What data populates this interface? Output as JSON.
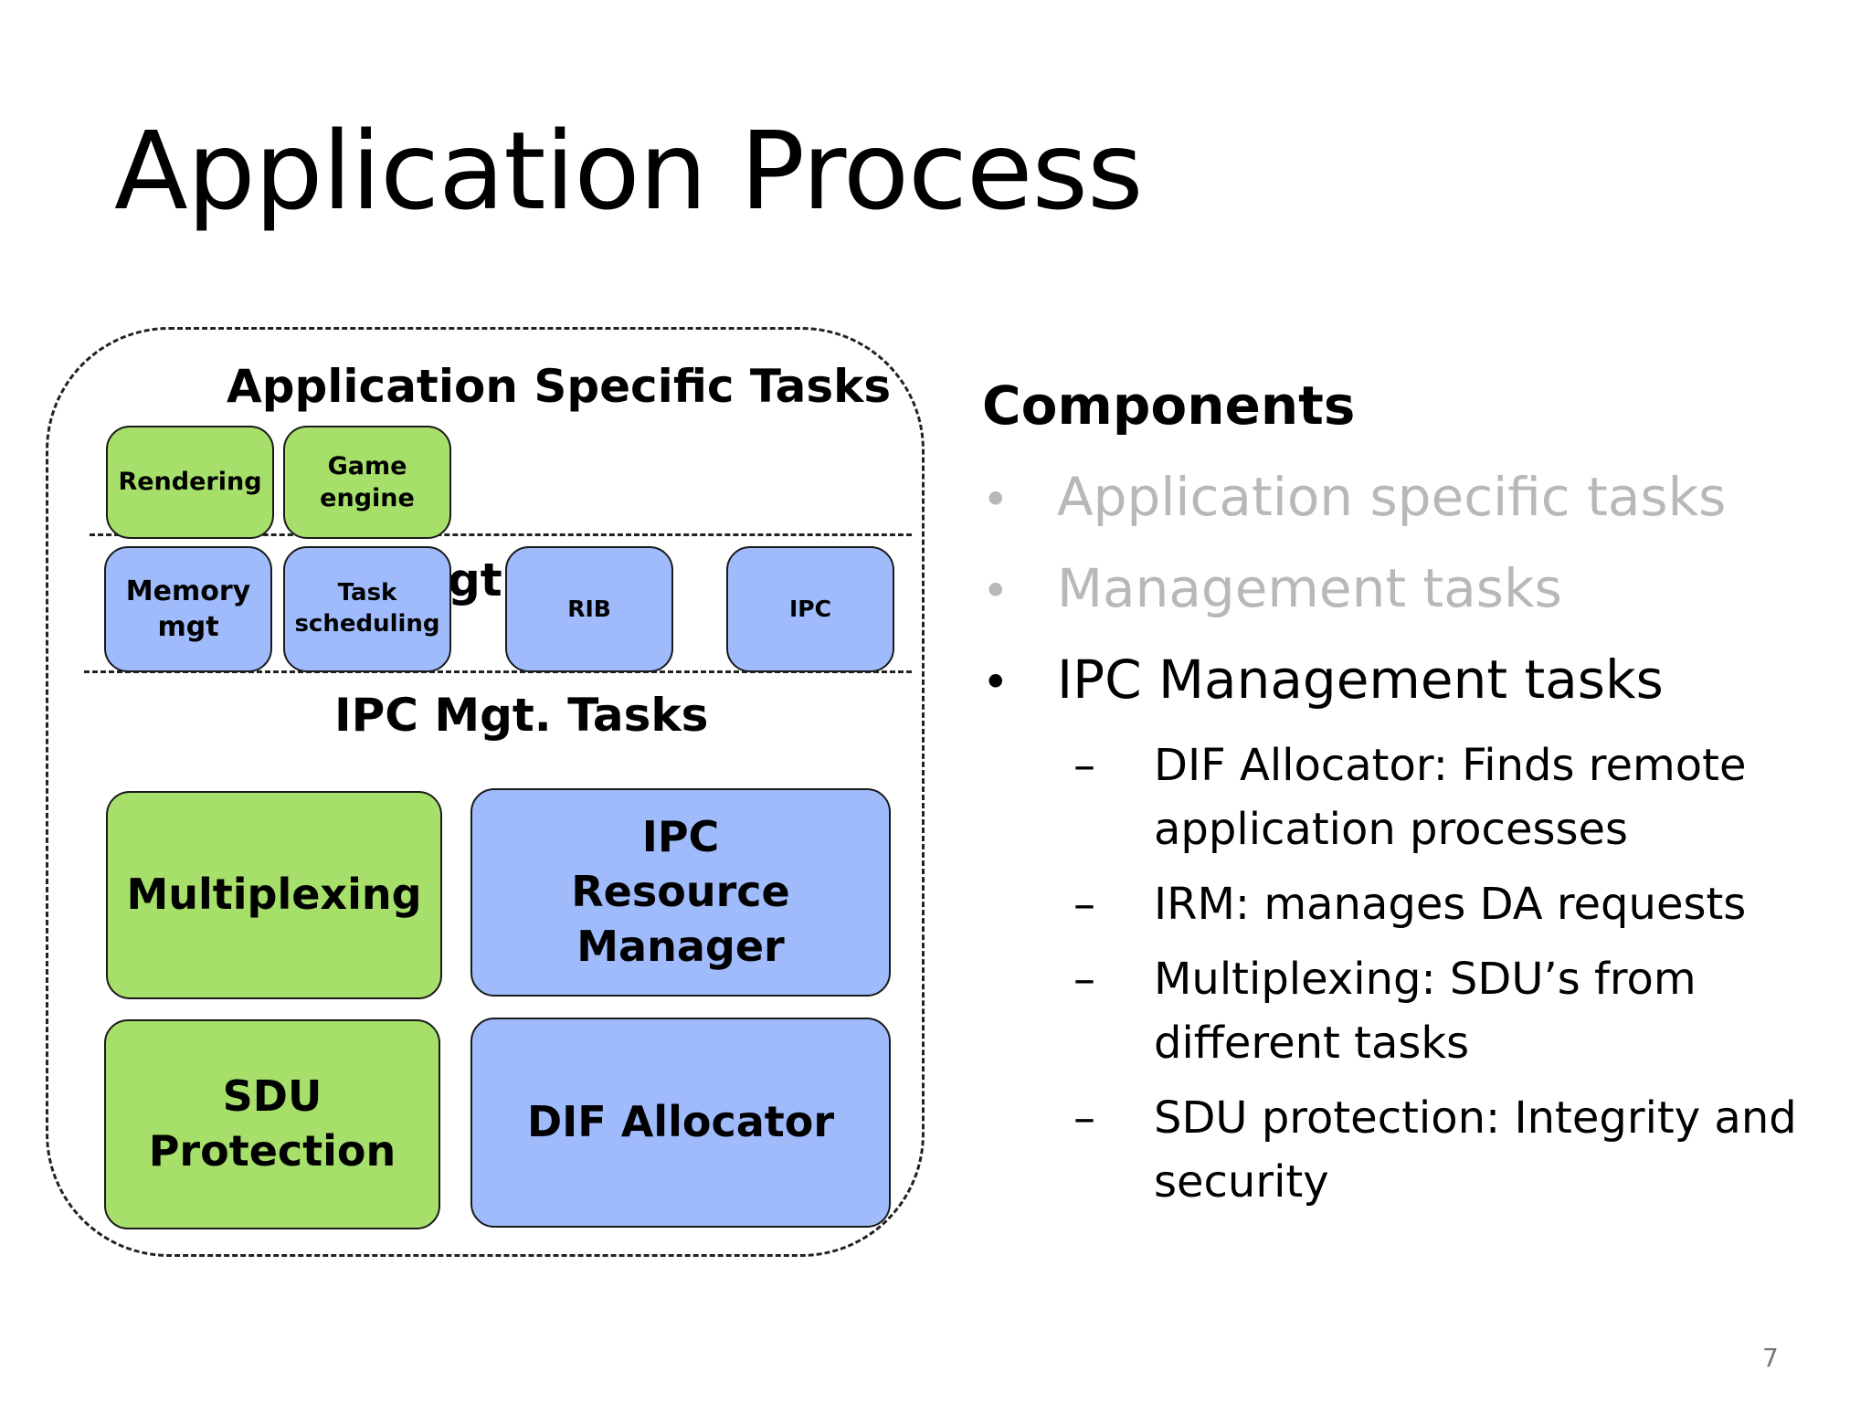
{
  "slide": {
    "title": "Application Process",
    "page_number": "7"
  },
  "diagram": {
    "app_specific_label": "Application Specific Tasks",
    "mgt_label_fragment": "gt.",
    "ipc_mgt_label": "IPC Mgt. Tasks",
    "boxes": {
      "rendering": "Rendering",
      "game_engine": "Game engine",
      "memory_mgt": "Memory mgt",
      "task_scheduling": "Task scheduling",
      "rib": "RIB",
      "ipc": "IPC",
      "multiplexing": "Multiplexing",
      "ipc_resource_manager": "IPC Resource Manager",
      "sdu_protection": "SDU Protection",
      "dif_allocator": "DIF Allocator"
    },
    "colors": {
      "green": "#a6df6a",
      "blue": "#9fbbfb"
    }
  },
  "components": {
    "heading": "Components",
    "bullet_symbol": "•",
    "dash_symbol": "–",
    "bullets": [
      {
        "text": "Application specific tasks",
        "faded": true
      },
      {
        "text": "Management tasks",
        "faded": true
      },
      {
        "text": "IPC Management tasks",
        "faded": false
      }
    ],
    "sub_bullets": [
      "DIF Allocator: Finds remote application processes",
      "IRM: manages DA requests",
      "Multiplexing: SDU’s from different tasks",
      "SDU protection: Integrity and security"
    ]
  }
}
